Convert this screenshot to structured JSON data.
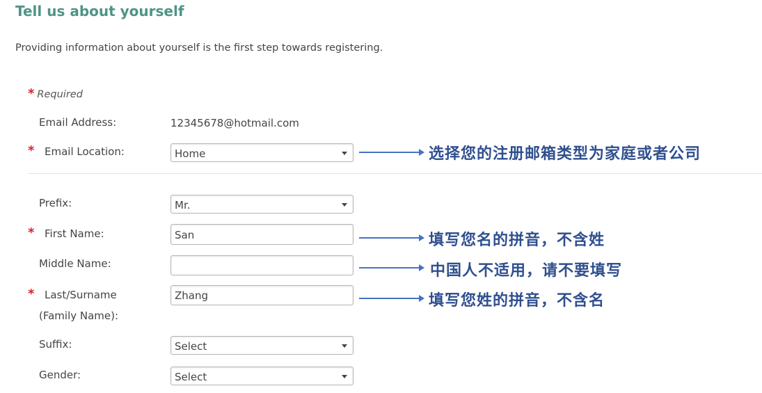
{
  "header": {
    "title": "Tell us about yourself",
    "intro": "Providing information about yourself is the first step towards registering."
  },
  "required_legend": {
    "star": "*",
    "label": "Required"
  },
  "form": {
    "email_address": {
      "label": "Email Address:",
      "value": "12345678@hotmail.com"
    },
    "email_location": {
      "label": "Email Location:",
      "required": true,
      "selected": "Home"
    },
    "prefix": {
      "label": "Prefix:",
      "selected": "Mr."
    },
    "first_name": {
      "label": "First Name:",
      "required": true,
      "value": "San"
    },
    "middle_name": {
      "label": "Middle Name:",
      "value": ""
    },
    "last_name": {
      "label_line1": "Last/Surname",
      "label_line2": "(Family Name):",
      "required": true,
      "value": "Zhang"
    },
    "suffix": {
      "label": "Suffix:",
      "selected": "Select"
    },
    "gender": {
      "label": "Gender:",
      "selected": "Select"
    }
  },
  "annotations": {
    "email_location_note": "选择您的注册邮箱类型为家庭或者公司",
    "first_name_note": "填写您名的拼音，不含姓",
    "middle_name_note": "中国人不适用，请不要填写",
    "last_name_note": "填写您姓的拼音，不含名"
  },
  "colors": {
    "title": "#4e9486",
    "required_star": "#d9232a",
    "annotation_text": "#2f4f8f",
    "annotation_arrow": "#4472c4"
  }
}
